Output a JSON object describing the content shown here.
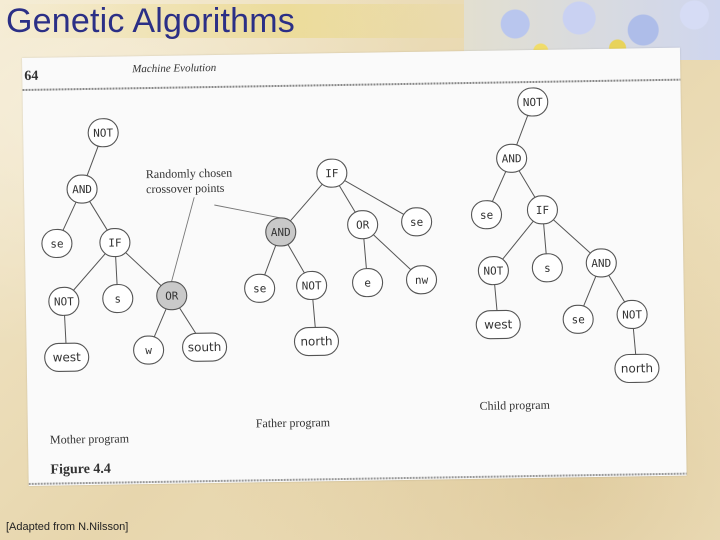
{
  "slide": {
    "title": "Genetic Algorithms",
    "attribution": "[Adapted from N.Nilsson]"
  },
  "figure": {
    "page_number": "64",
    "running_header": "Machine Evolution",
    "annotation": [
      "Randomly chosen",
      "crossover points"
    ],
    "caption": "Figure 4.4",
    "program_labels": {
      "mother": "Mother program",
      "father": "Father program",
      "child": "Child program"
    },
    "colors": {
      "selected_node": "#c9c9c9",
      "title": "#2b2f86"
    }
  },
  "trees": {
    "mother": {
      "nodes": [
        {
          "id": "m1",
          "label": "NOT"
        },
        {
          "id": "m2",
          "label": "AND"
        },
        {
          "id": "m3",
          "label": "se"
        },
        {
          "id": "m4",
          "label": "IF"
        },
        {
          "id": "m5",
          "label": "NOT"
        },
        {
          "id": "m6",
          "label": "s"
        },
        {
          "id": "m7",
          "label": "OR",
          "selected": true
        },
        {
          "id": "m8",
          "label": "west"
        },
        {
          "id": "m9",
          "label": "w"
        },
        {
          "id": "m10",
          "label": "south"
        }
      ],
      "edges": [
        [
          "m1",
          "m2"
        ],
        [
          "m2",
          "m3"
        ],
        [
          "m2",
          "m4"
        ],
        [
          "m4",
          "m5"
        ],
        [
          "m4",
          "m6"
        ],
        [
          "m4",
          "m7"
        ],
        [
          "m5",
          "m8"
        ],
        [
          "m7",
          "m9"
        ],
        [
          "m7",
          "m10"
        ]
      ]
    },
    "father": {
      "nodes": [
        {
          "id": "f1",
          "label": "IF"
        },
        {
          "id": "f2",
          "label": "AND",
          "selected": true
        },
        {
          "id": "f3",
          "label": "OR"
        },
        {
          "id": "f4",
          "label": "se"
        },
        {
          "id": "f5",
          "label": "se"
        },
        {
          "id": "f6",
          "label": "NOT"
        },
        {
          "id": "f7",
          "label": "e"
        },
        {
          "id": "f8",
          "label": "nw"
        },
        {
          "id": "f9",
          "label": "north"
        }
      ],
      "edges": [
        [
          "f1",
          "f2"
        ],
        [
          "f1",
          "f3"
        ],
        [
          "f1",
          "f4"
        ],
        [
          "f2",
          "f5"
        ],
        [
          "f2",
          "f6"
        ],
        [
          "f3",
          "f7"
        ],
        [
          "f3",
          "f8"
        ],
        [
          "f6",
          "f9"
        ]
      ]
    },
    "child": {
      "nodes": [
        {
          "id": "c1",
          "label": "NOT"
        },
        {
          "id": "c2",
          "label": "AND"
        },
        {
          "id": "c3",
          "label": "se"
        },
        {
          "id": "c4",
          "label": "IF"
        },
        {
          "id": "c5",
          "label": "NOT"
        },
        {
          "id": "c6",
          "label": "s"
        },
        {
          "id": "c7",
          "label": "AND"
        },
        {
          "id": "c8",
          "label": "west"
        },
        {
          "id": "c9",
          "label": "se"
        },
        {
          "id": "c10",
          "label": "NOT"
        },
        {
          "id": "c11",
          "label": "north"
        }
      ],
      "edges": [
        [
          "c1",
          "c2"
        ],
        [
          "c2",
          "c3"
        ],
        [
          "c2",
          "c4"
        ],
        [
          "c4",
          "c5"
        ],
        [
          "c4",
          "c6"
        ],
        [
          "c4",
          "c7"
        ],
        [
          "c5",
          "c8"
        ],
        [
          "c7",
          "c9"
        ],
        [
          "c7",
          "c10"
        ],
        [
          "c10",
          "c11"
        ]
      ]
    }
  }
}
